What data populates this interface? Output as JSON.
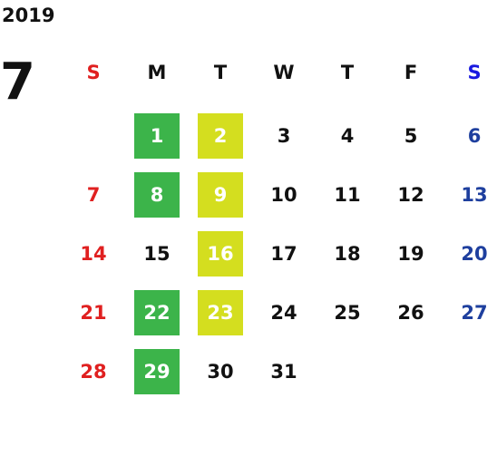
{
  "year": "2019",
  "month": "7",
  "colors": {
    "text": "#111111",
    "sunday": "#e02020",
    "saturday_header": "#1a1ae0",
    "saturday_date": "#1e3f9e",
    "highlight_green": "#3cb44a",
    "highlight_yellow": "#d4de1f",
    "highlight_text": "#ffffff"
  },
  "weekday_headers": [
    "S",
    "M",
    "T",
    "W",
    "T",
    "F",
    "S"
  ],
  "weeks": [
    [
      null,
      1,
      2,
      3,
      4,
      5,
      6
    ],
    [
      7,
      8,
      9,
      10,
      11,
      12,
      13
    ],
    [
      14,
      15,
      16,
      17,
      18,
      19,
      20
    ],
    [
      21,
      22,
      23,
      24,
      25,
      26,
      27
    ],
    [
      28,
      29,
      30,
      31,
      null,
      null,
      null
    ]
  ],
  "highlighted_days": {
    "green": [
      1,
      8,
      22,
      29
    ],
    "yellow": [
      2,
      9,
      16,
      23
    ]
  }
}
